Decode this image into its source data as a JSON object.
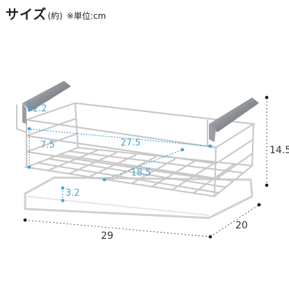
{
  "heading": {
    "title": "サイズ",
    "approx": "(約)",
    "unit_note": "※単位:cm"
  },
  "dimensions": {
    "depth_small": "2.2",
    "inner_height": "7.5",
    "inner_width": "27.5",
    "inner_depth": "18.5",
    "clearance": "3.2",
    "height": "14.5",
    "width": "29",
    "depth": "20"
  },
  "colors": {
    "inner_dimension": "#4ea3cf",
    "outer_dimension": "#333333",
    "wire": "#c8c8c8",
    "clip": "#7f8287"
  }
}
